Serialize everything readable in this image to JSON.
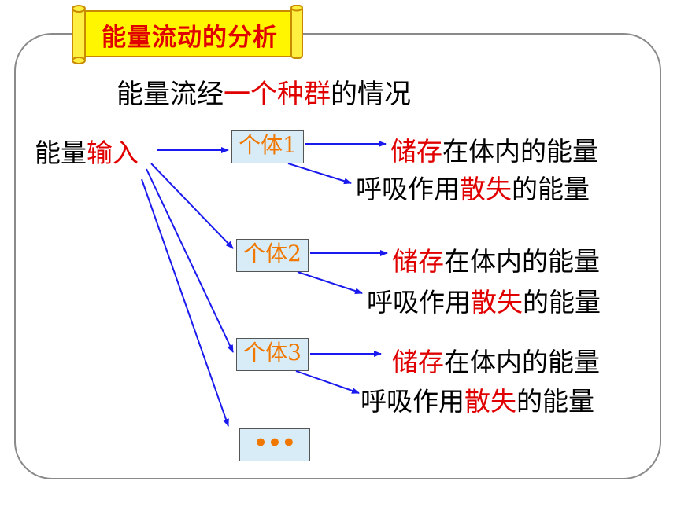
{
  "title": "能量流动的分析",
  "subtitle": {
    "prefix": "能量流经",
    "highlight": "一个种群",
    "suffix": "的情况"
  },
  "input": {
    "prefix": "能量",
    "highlight": "输入"
  },
  "individuals": [
    "个体1",
    "个体2",
    "个体3",
    "•••"
  ],
  "outputs": {
    "stored_highlight": "储存",
    "stored_suffix": "在体内的能量",
    "lost_prefix": "呼吸作用",
    "lost_highlight": "散失",
    "lost_suffix": "的能量"
  },
  "colors": {
    "highlight": "#e00000",
    "arrow": "#1a1aee",
    "box_fill": "#d8ecf8",
    "box_text": "#f07800"
  }
}
